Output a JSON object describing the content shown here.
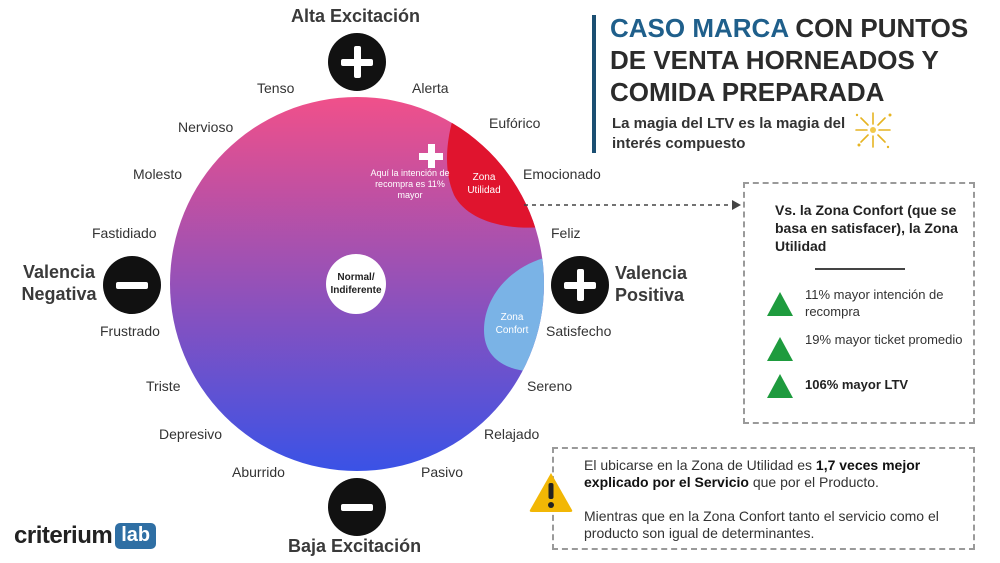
{
  "header": {
    "title_accent": "CASO MARCA",
    "title_rest": " CON PUNTOS DE VENTA HORNEADOS Y COMIDA PREPARADA",
    "subtitle": "La magia del LTV es la magia del interés compuesto"
  },
  "axes": {
    "top": "Alta Excitación",
    "bottom": "Baja Excitación",
    "left": "Valencia Negativa",
    "right": "Valencia Positiva"
  },
  "emotions": {
    "tenso": "Tenso",
    "alerta": "Alerta",
    "nervioso": "Nervioso",
    "euforico": "Eufórico",
    "molesto": "Molesto",
    "emocionado": "Emocionado",
    "fastidiado": "Fastidiado",
    "feliz": "Feliz",
    "frustrado": "Frustrado",
    "satisfecho": "Satisfecho",
    "triste": "Triste",
    "sereno": "Sereno",
    "depresivo": "Depresivo",
    "relajado": "Relajado",
    "aburrido": "Aburrido",
    "pasivo": "Pasivo"
  },
  "center": "Normal/ Indiferente",
  "zones": {
    "utilidad": "Zona Utilidad",
    "confort": "Zona Confort",
    "utilidad_note": "Aquí la intención de recompra es 11% mayor",
    "utilidad_color": "#e0142e",
    "confort_color": "#7ab3e6"
  },
  "gradient": {
    "top": "#f0508a",
    "bottom": "#3a52e6"
  },
  "stats": {
    "heading": "Vs. la Zona Confort (que se basa en satisfacer), la Zona Utilidad",
    "items": [
      {
        "text": "11% mayor intención de recompra",
        "bold": false
      },
      {
        "text": "19% mayor ticket promedio",
        "bold": false
      },
      {
        "text": "106% mayor LTV",
        "bold": true
      }
    ],
    "icon_color": "#1e9b3e"
  },
  "warning": {
    "p1_before": "El ubicarse en la Zona de Utilidad es ",
    "p1_bold": "1,7 veces mejor explicado por el Servicio",
    "p1_after": " que por el Producto.",
    "p2": "Mientras que en la Zona Confort tanto el servicio como el producto son igual de determinantes.",
    "icon_color": "#f2b705"
  },
  "logo": {
    "word": "criterium",
    "tag": "lab"
  },
  "icons": {
    "top_sign": "plus-icon",
    "bottom_sign": "minus-icon",
    "left_sign": "minus-icon",
    "right_sign": "plus-icon",
    "warning": "warning-icon",
    "sparkle": "sparkle-icon"
  }
}
